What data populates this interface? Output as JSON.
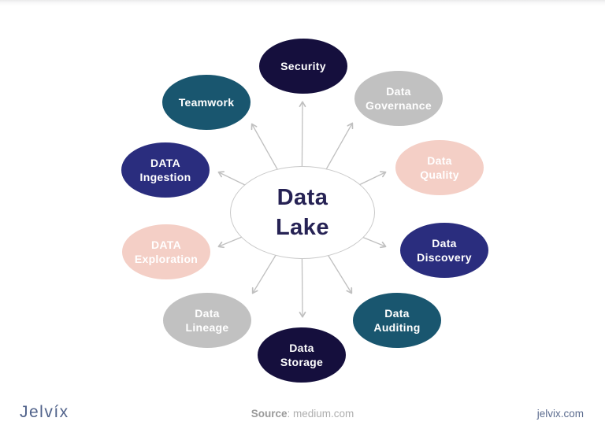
{
  "center": {
    "label_lines": [
      "Data",
      "Lake"
    ]
  },
  "nodes": [
    {
      "id": "security",
      "label_lines": [
        "Security"
      ],
      "color": "navy"
    },
    {
      "id": "data-governance",
      "label_lines": [
        "Data",
        "Governance"
      ],
      "color": "gray"
    },
    {
      "id": "data-quality",
      "label_lines": [
        "Data",
        "Quality"
      ],
      "color": "pink"
    },
    {
      "id": "data-discovery",
      "label_lines": [
        "Data",
        "Discovery"
      ],
      "color": "blue"
    },
    {
      "id": "data-auditing",
      "label_lines": [
        "Data",
        "Auditing"
      ],
      "color": "teal"
    },
    {
      "id": "data-storage",
      "label_lines": [
        "Data",
        "Storage"
      ],
      "color": "navy"
    },
    {
      "id": "data-lineage",
      "label_lines": [
        "Data",
        "Lineage"
      ],
      "color": "gray"
    },
    {
      "id": "data-exploration",
      "label_lines": [
        "DATA",
        "Exploration"
      ],
      "color": "pink"
    },
    {
      "id": "data-ingestion",
      "label_lines": [
        "DATA",
        "Ingestion"
      ],
      "color": "blue"
    },
    {
      "id": "teamwork",
      "label_lines": [
        "Teamwork"
      ],
      "color": "teal"
    }
  ],
  "palette": {
    "navy": "#150f3d",
    "gray": "#c1c1c1",
    "pink": "#f4cfc6",
    "blue": "#2a2d7e",
    "teal": "#19566f",
    "arrow": "#c0c0c0",
    "center_text": "#262254",
    "center_border": "#c9c9c9"
  },
  "footer": {
    "logo": "Jelvíx",
    "source_label": "Source",
    "source_value": ": medium.com",
    "website": "jelvix.com"
  }
}
